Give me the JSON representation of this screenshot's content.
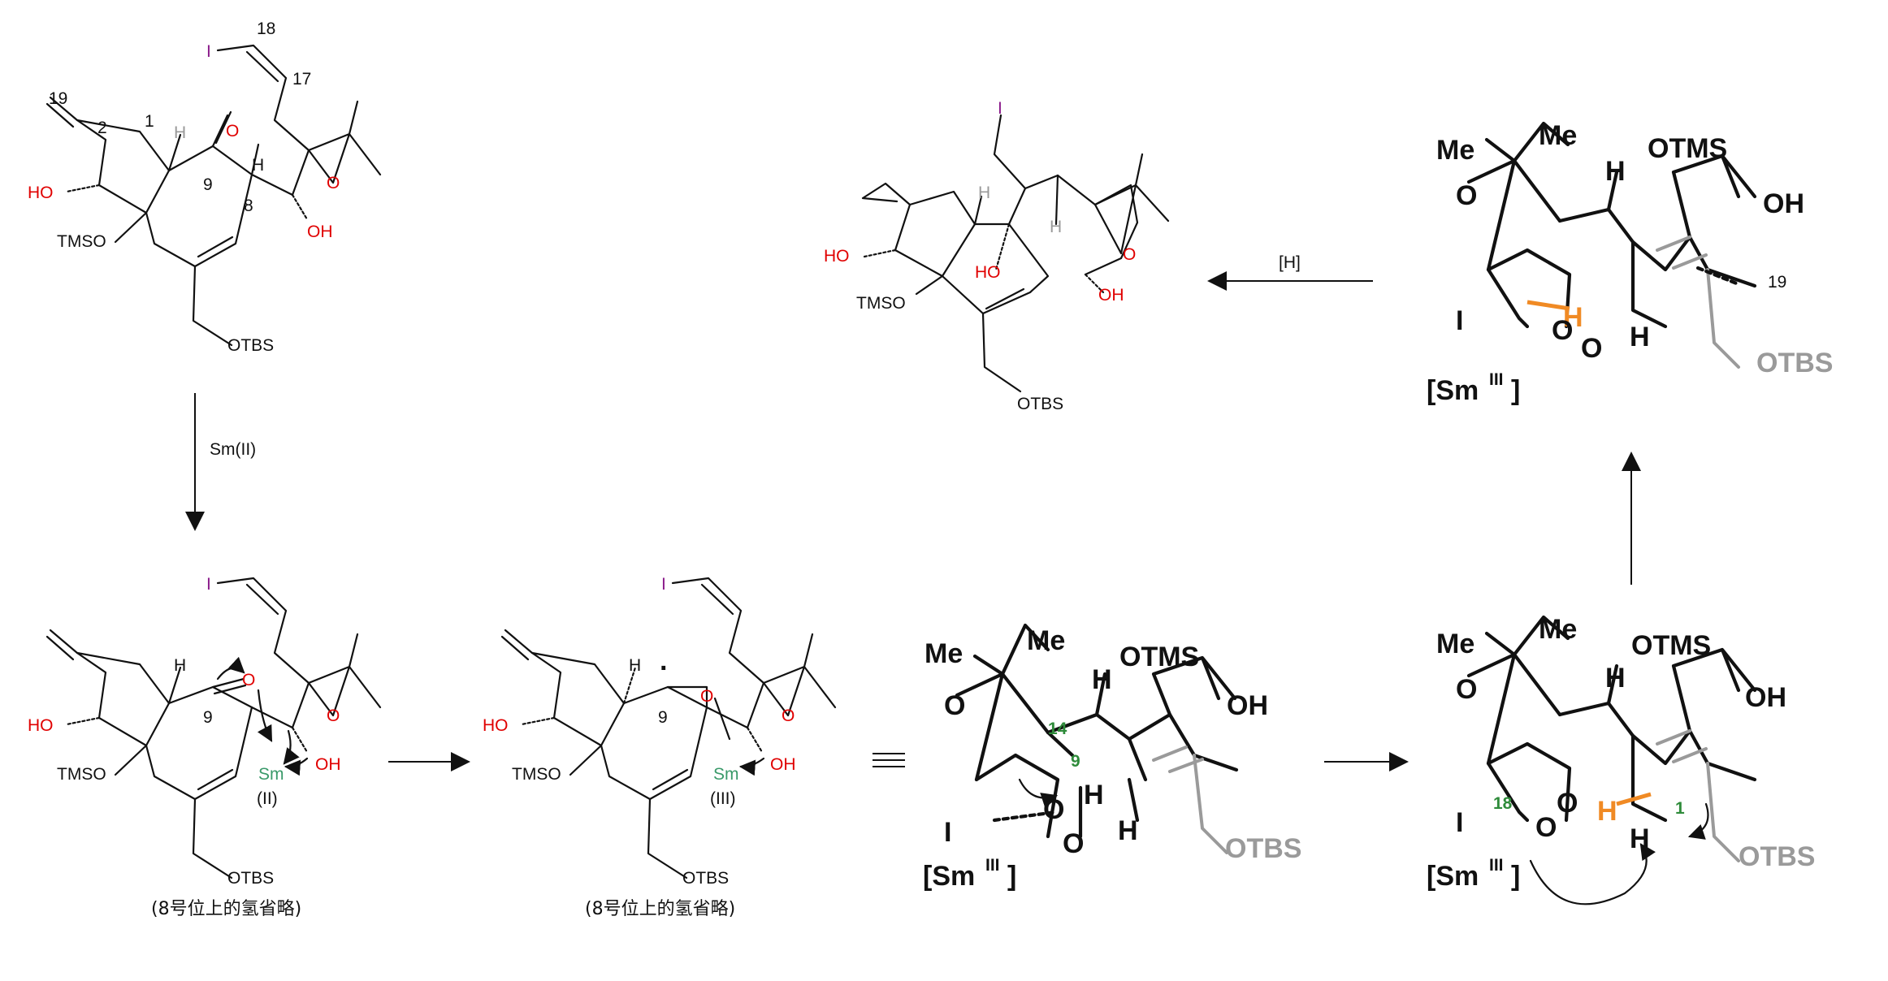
{
  "labels": {
    "hydroxyl": "HO",
    "hydroxyl_r": "OH",
    "otms": "OTMS",
    "tmso": "TMSO",
    "otbs": "OTBS",
    "iodine": "I",
    "oxygen": "O",
    "hydrogen": "H",
    "methyl": "Me",
    "samarium": "Sm",
    "sm3_bracket": "[Sm",
    "sm3_sup": "III",
    "sm3_close": "]",
    "ox_state_2": "(II)",
    "ox_state_3": "(III)",
    "radical_dot": "·"
  },
  "atom_numbers": {
    "c1": "1",
    "c2": "2",
    "c8": "8",
    "c9": "9",
    "c14": "14",
    "c17": "17",
    "c18": "18",
    "c19": "19"
  },
  "reagents": {
    "step1": "Sm(II)",
    "step_h": "[H]"
  },
  "notes": {
    "h8_omitted": "(8号位上的氢省略)"
  },
  "colors": {
    "oxygen": "#e00000",
    "iodine": "#8a1a8a",
    "samarium": "#3a9a6a",
    "atom_numbers_3d": "#2e8b3a",
    "transferred_h": "#f08a24",
    "faded": "#9a9a9a"
  }
}
